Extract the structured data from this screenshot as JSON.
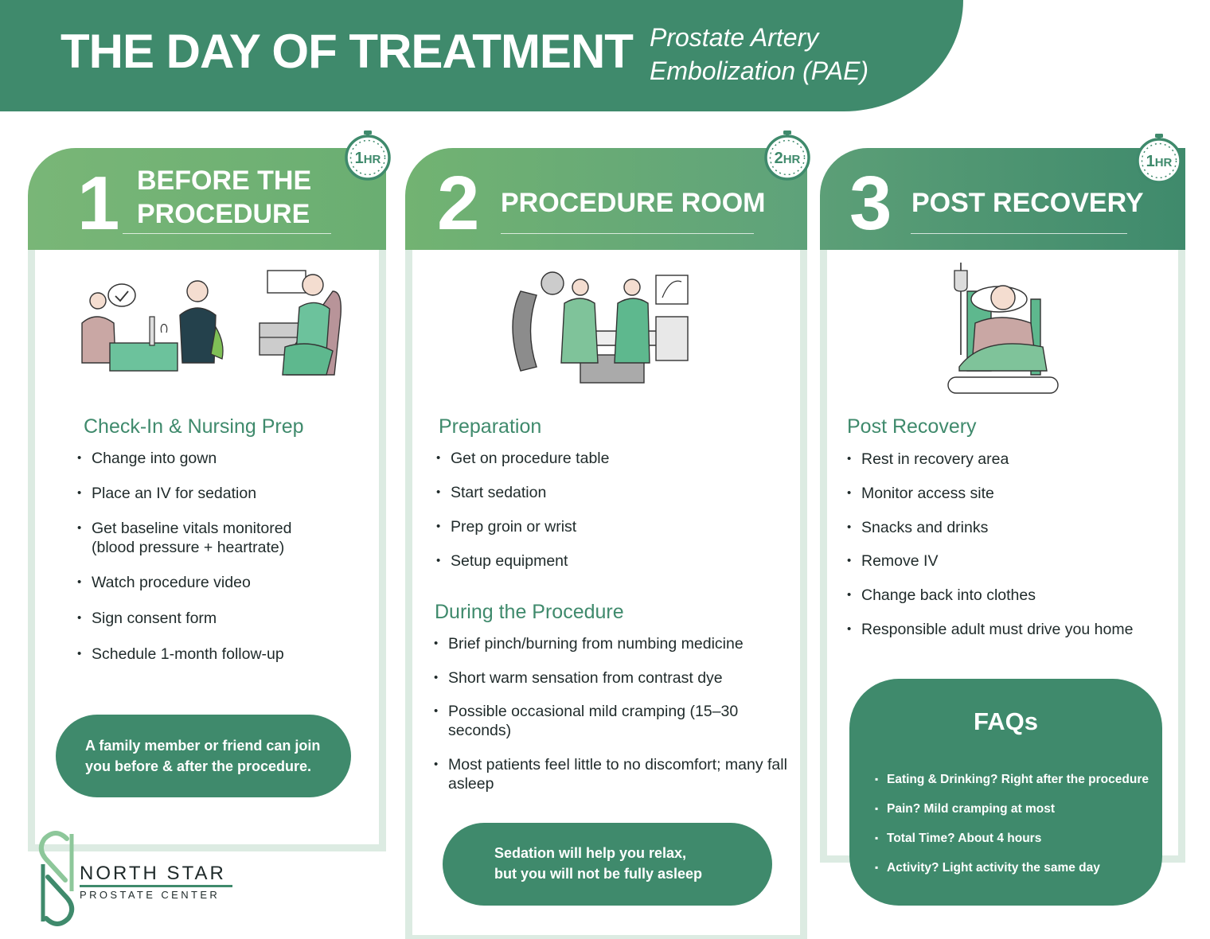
{
  "header": {
    "title": "THE DAY OF TREATMENT",
    "subtitle_line1": "Prostate Artery",
    "subtitle_line2": "Embolization (PAE)"
  },
  "columns": [
    {
      "number": "1",
      "title_line1": "BEFORE THE",
      "title_line2": "PROCEDURE",
      "timer_value": "1",
      "timer_unit": "HR",
      "sections": [
        {
          "title": "Check-In & Nursing Prep",
          "items": [
            "Change into gown",
            "Place an IV for sedation",
            "Get baseline vitals monitored (blood pressure + heartrate)",
            "Watch procedure video",
            "Sign consent form",
            "Schedule 1-month follow-up"
          ]
        }
      ],
      "note_line1": "A family member or friend can join",
      "note_line2": "you before & after the procedure."
    },
    {
      "number": "2",
      "title": "PROCEDURE ROOM",
      "timer_value": "2",
      "timer_unit": "HR",
      "sections": [
        {
          "title": "Preparation",
          "items": [
            "Get on procedure table",
            "Start sedation",
            "Prep groin or wrist",
            "Setup equipment"
          ]
        },
        {
          "title": "During the Procedure",
          "items": [
            "Brief pinch/burning from numbing medicine",
            "Short warm sensation from contrast dye",
            "Possible occasional mild cramping (15–30 seconds)",
            "Most patients feel little to no discomfort; many fall asleep"
          ]
        }
      ],
      "note_line1": "Sedation will help you relax,",
      "note_line2": "but you will not be fully asleep"
    },
    {
      "number": "3",
      "title": "POST RECOVERY",
      "timer_value": "1",
      "timer_unit": "HR",
      "sections": [
        {
          "title": "Post Recovery",
          "items": [
            "Rest in recovery area",
            "Monitor access site",
            "Snacks and drinks",
            "Remove IV",
            "Change back into clothes",
            "Responsible adult must drive you home"
          ]
        }
      ]
    }
  ],
  "faq": {
    "title": "FAQs",
    "items": [
      "Eating & Drinking? Right after the procedure",
      "Pain? Mild cramping at most",
      "Total Time? About 4 hours",
      "Activity? Light activity the same day"
    ]
  },
  "logo": {
    "name": "NORTH STAR",
    "sub": "PROSTATE CENTER"
  },
  "colors": {
    "brand_green": "#3f8a6c",
    "light_green": "#79b677",
    "frame": "#dcebe2"
  }
}
